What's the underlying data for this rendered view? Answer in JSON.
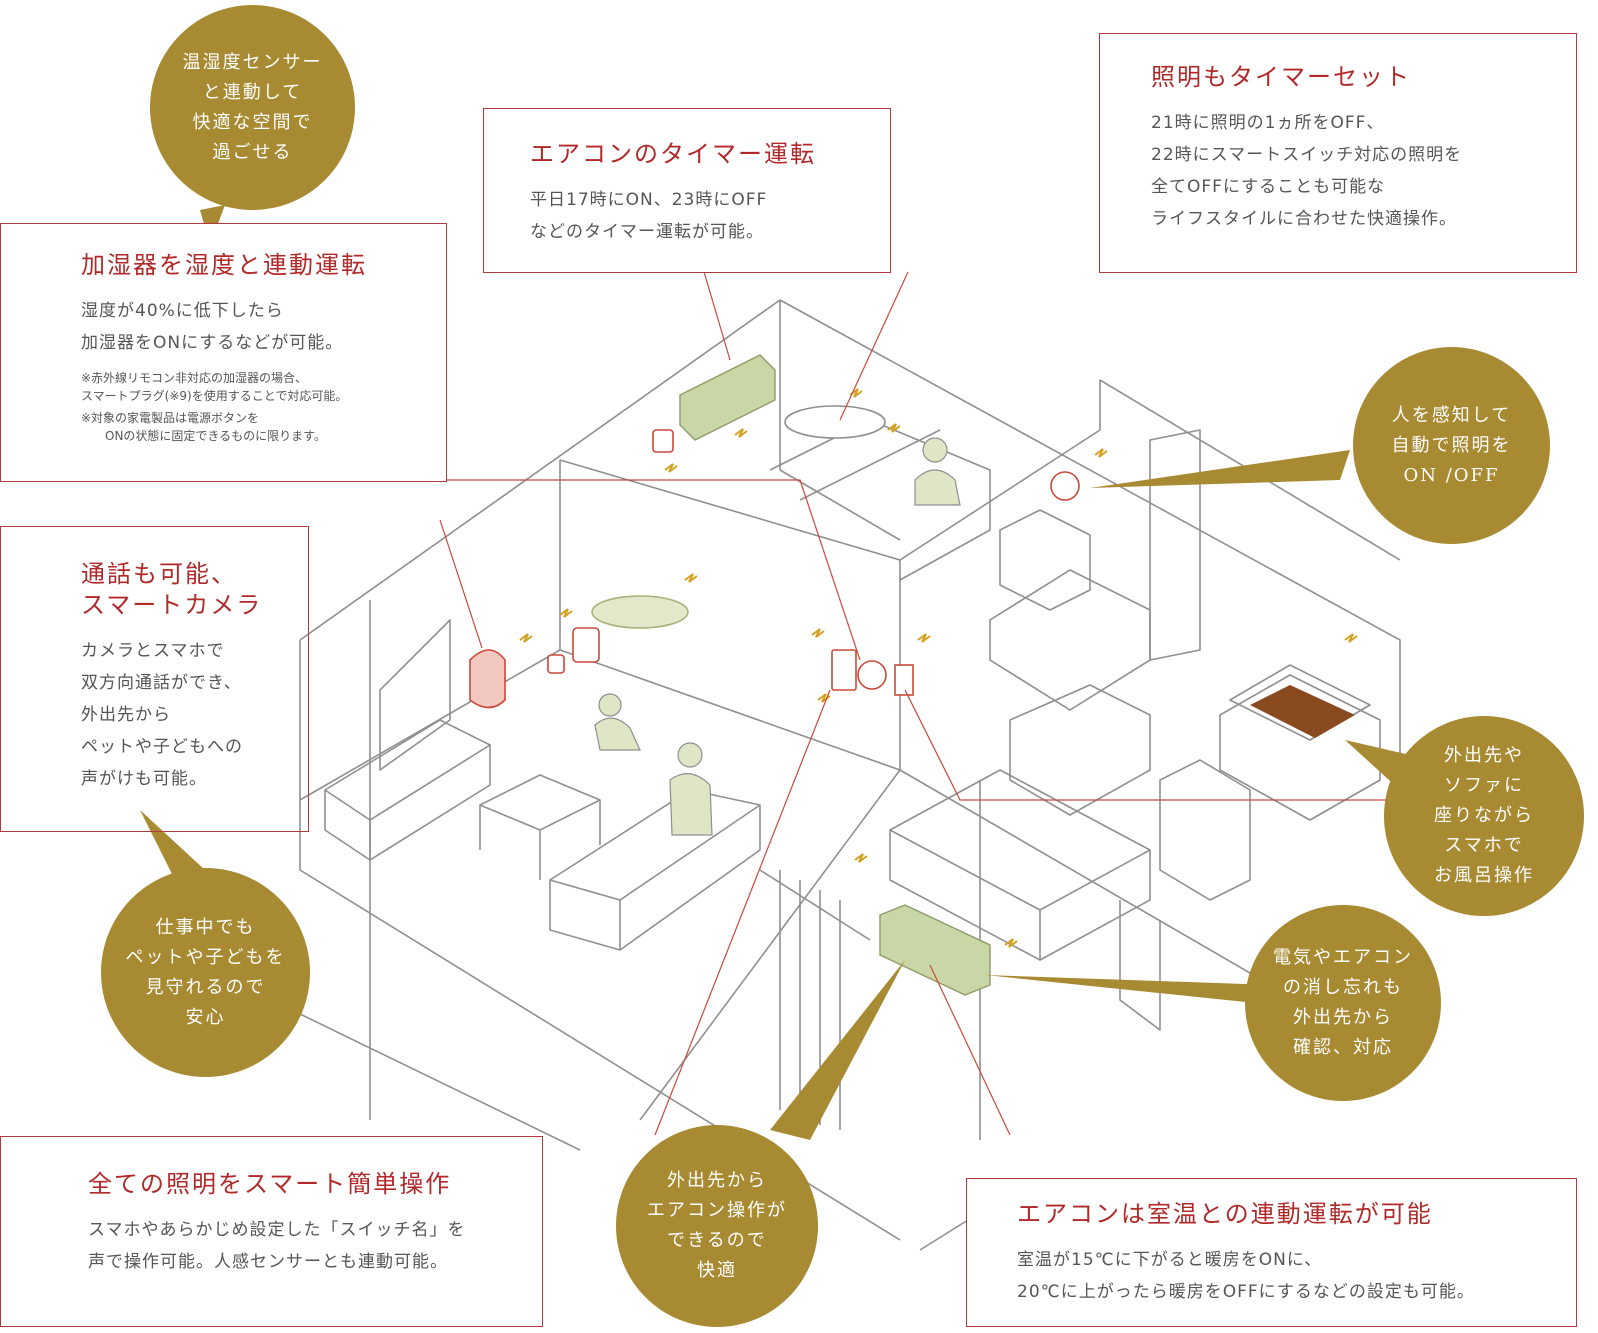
{
  "callouts": {
    "humidifier": {
      "title": "加湿器を湿度と連動運転",
      "body": "湿度が40%に低下したら\n加湿器をONにするなどが可能。",
      "note1": "※赤外線リモコン非対応の加湿器の場合、\nスマートプラグ(※9)を使用することで対応可能。",
      "note2": "※対象の家電製品は電源ボタンを\n　　ONの状態に固定できるものに限ります。"
    },
    "ac_timer": {
      "title": "エアコンのタイマー運転",
      "body": "平日17時にON、23時にOFF\nなどのタイマー運転が可能。"
    },
    "light_timer": {
      "title": "照明もタイマーセット",
      "body": "21時に照明の1ヵ所をOFF、\n22時にスマートスイッチ対応の照明を\n全てOFFにすることも可能な\nライフスタイルに合わせた快適操作。"
    },
    "camera": {
      "title": "通話も可能、\nスマートカメラ",
      "body": "カメラとスマホで\n双方向通話ができ、\n外出先から\nペットや子どもへの\n声がけも可能。"
    },
    "all_lights": {
      "title": "全ての照明をスマート簡単操作",
      "body": "スマホやあらかじめ設定した「スイッチ名」を\n声で操作可能。人感センサーとも連動可能。"
    },
    "ac_temp": {
      "title": "エアコンは室温との連動運転が可能",
      "body": "室温が15℃に下がると暖房をONに、\n20℃に上がったら暖房をOFFにするなどの設定も可能。"
    }
  },
  "bubbles": {
    "sensor": "温湿度センサー\nと連動して\n快適な空間で\n過ごせる",
    "motion": "人を感知して\n自動で照明を\nON /OFF",
    "bath": "外出先や\nソファに\n座りながら\nスマホで\nお風呂操作",
    "forgot": "電気やエアコン\nの消し忘れも\n外出先から\n確認、対応",
    "watch": "仕事中でも\nペットや子どもを\n見守れるので\n安心",
    "remote_ac": "外出先から\nエアコン操作が\nできるので\n快適"
  },
  "colors": {
    "accent_red": "#b22929",
    "bubble_gold": "#a88a32",
    "line_gray": "#8a8a8a",
    "device_green": "#c9d6a6"
  }
}
